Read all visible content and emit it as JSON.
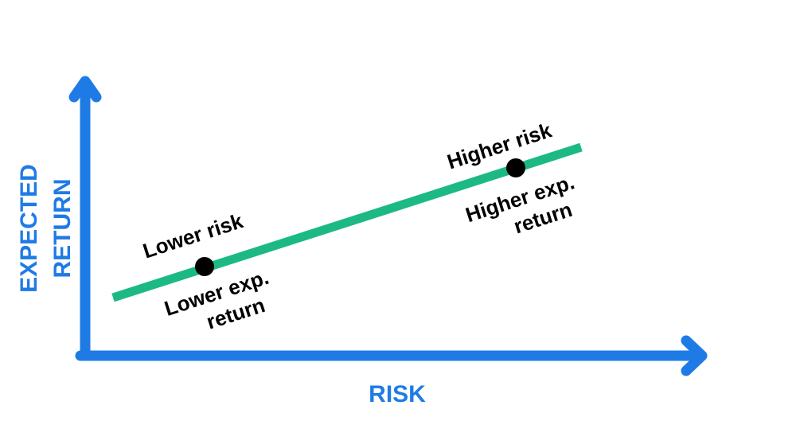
{
  "chart_data": {
    "type": "line",
    "title": "",
    "xlabel": "RISK",
    "ylabel": [
      "EXPECTED",
      "RETURN"
    ],
    "x": [
      0,
      1
    ],
    "series": [
      {
        "name": "Risk-return tradeoff",
        "values": [
          0.2,
          0.8
        ],
        "color": "#1DB985"
      }
    ],
    "points": [
      {
        "label": "Lower risk",
        "sublabel": [
          "Lower exp.",
          "return"
        ],
        "x": 0.2,
        "y": 0.35
      },
      {
        "label": "Higher risk",
        "sublabel": [
          "Higher exp.",
          "return"
        ],
        "x": 0.7,
        "y": 0.7
      }
    ],
    "grid": false,
    "ticks": false
  },
  "labels": {
    "x_axis": "RISK",
    "y_axis_line1": "EXPECTED",
    "y_axis_line2": "RETURN",
    "low_point_title": "Lower risk",
    "low_point_sub1": "Lower exp.",
    "low_point_sub2": "return",
    "high_point_title": "Higher risk",
    "high_point_sub1": "Higher exp.",
    "high_point_sub2": "return"
  },
  "colors": {
    "axis": "#1E7BE5",
    "line": "#1DB985",
    "point": "#000000"
  }
}
